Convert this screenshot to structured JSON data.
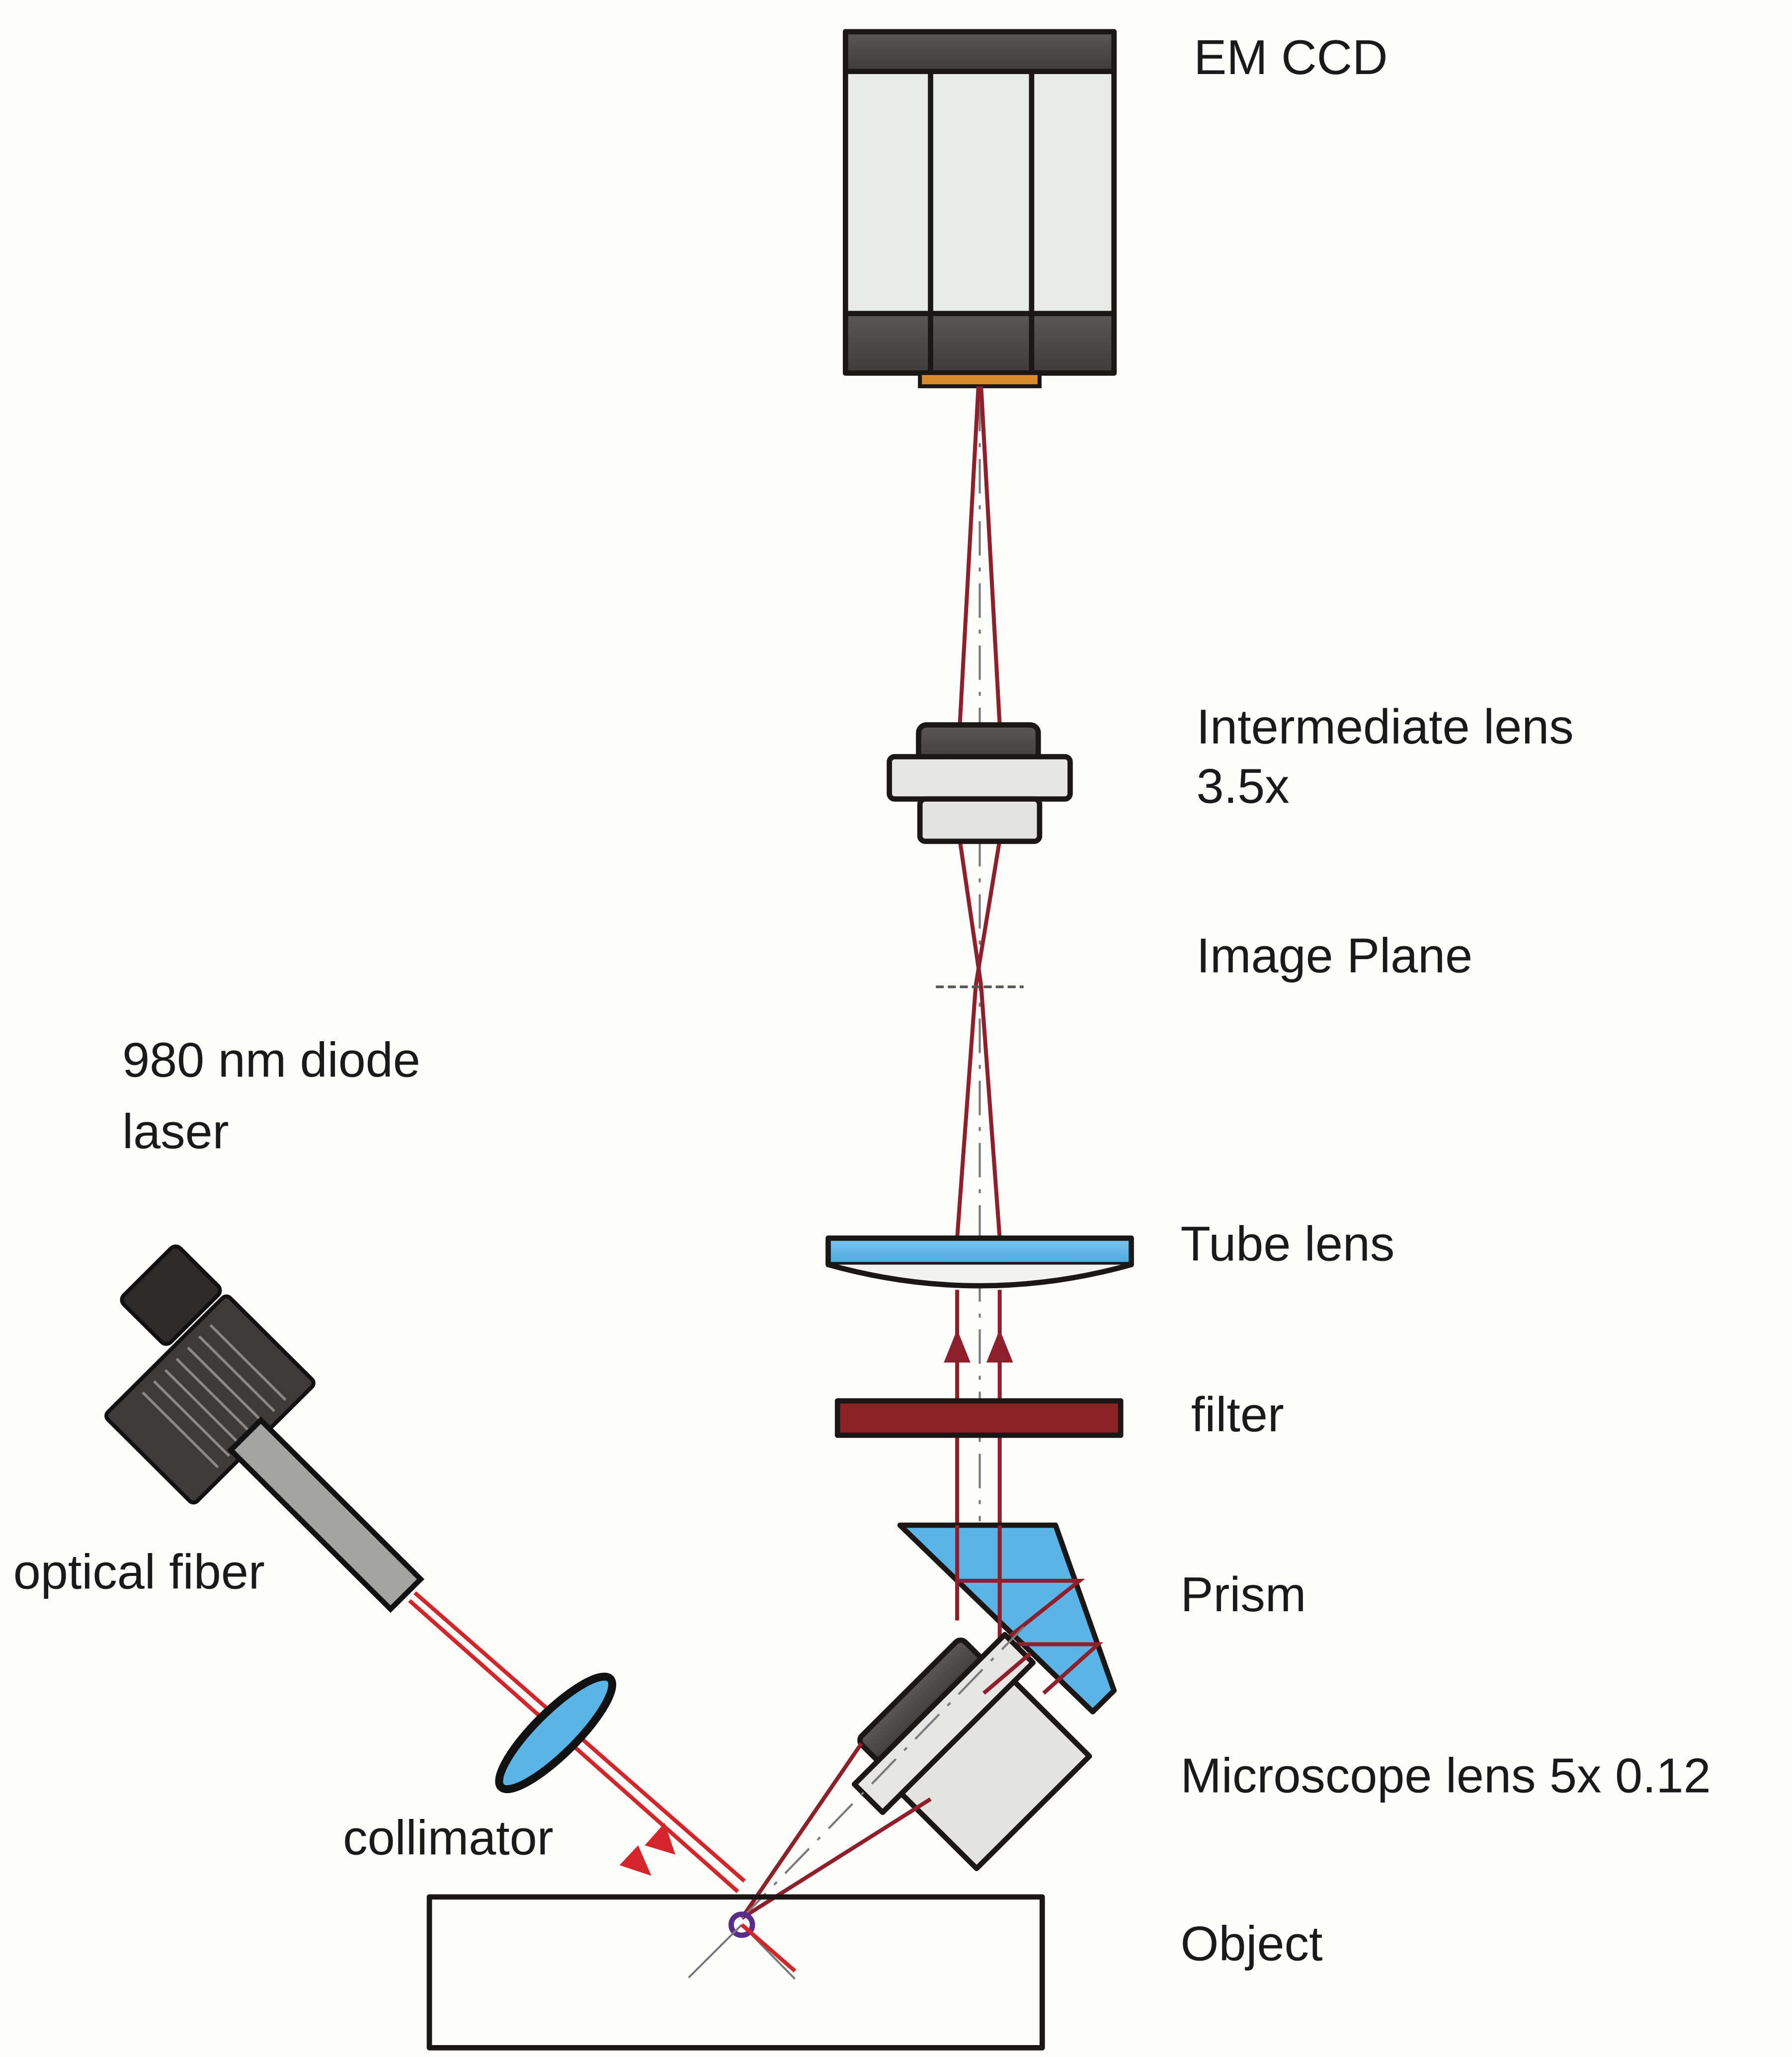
{
  "diagram": {
    "title": "Upconversion fluorescence imaging setup",
    "labels": {
      "em_ccd": "EM CCD",
      "intermediate_lens_line1": "Intermediate lens",
      "intermediate_lens_line2": "3.5x",
      "image_plane": "Image Plane",
      "laser_line1": "980 nm diode",
      "laser_line2": "laser",
      "tube_lens": "Tube lens",
      "filter": "filter",
      "optical_fiber": "optical fiber",
      "prism": "Prism",
      "microscope_lens": "Microscope lens 5x 0.12",
      "collimator": "collimator",
      "object": "Object"
    },
    "colors": {
      "excitation_beam": "#d4262a",
      "emission_beam": "#8e1f2b",
      "optics_blue": "#5bb4e6",
      "filter_red": "#8a2227",
      "housing_dark": "#4a4746",
      "housing_light": "#e8e9e7",
      "sensor_orange": "#d98a2b",
      "sample_spot": "#5a2d8a"
    },
    "components": [
      {
        "id": "em-ccd",
        "name": "EM CCD"
      },
      {
        "id": "intermediate-lens",
        "name": "Intermediate lens",
        "magnification": "3.5x"
      },
      {
        "id": "image-plane",
        "name": "Image Plane"
      },
      {
        "id": "tube-lens",
        "name": "Tube lens"
      },
      {
        "id": "filter",
        "name": "filter"
      },
      {
        "id": "prism",
        "name": "Prism"
      },
      {
        "id": "microscope-lens",
        "name": "Microscope lens",
        "magnification": "5x",
        "numerical_aperture": "0.12"
      },
      {
        "id": "object",
        "name": "Object"
      },
      {
        "id": "laser",
        "name": "980 nm diode laser"
      },
      {
        "id": "optical-fiber",
        "name": "optical fiber"
      },
      {
        "id": "collimator",
        "name": "collimator"
      }
    ]
  }
}
